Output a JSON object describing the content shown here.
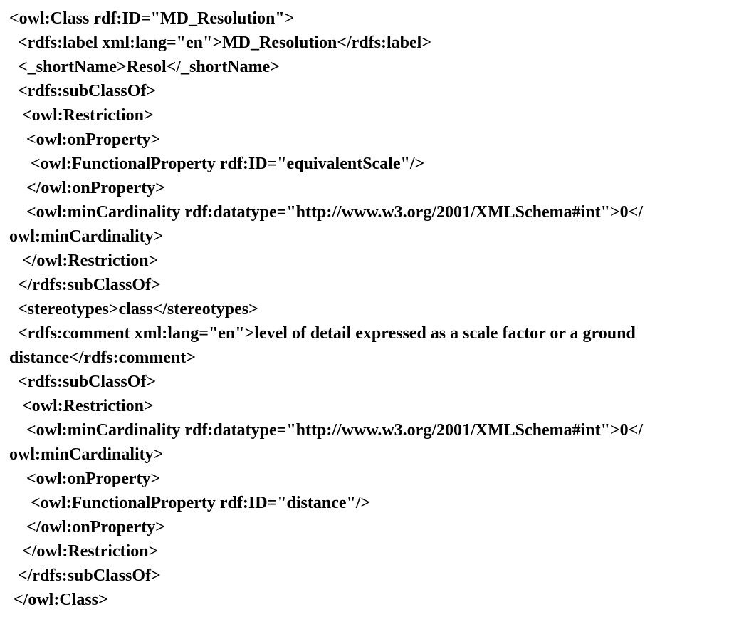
{
  "document": {
    "kind": "xml-owl-code-listing",
    "text_color": "#000000",
    "background_color": "#ffffff",
    "lines": [
      "<owl:Class rdf:ID=\"MD_Resolution\">",
      "  <rdfs:label xml:lang=\"en\">MD_Resolution</rdfs:label>",
      "  <_shortName>Resol</_shortName>",
      "  <rdfs:subClassOf>",
      "   <owl:Restriction>",
      "    <owl:onProperty>",
      "     <owl:FunctionalProperty rdf:ID=\"equivalentScale\"/>",
      "    </owl:onProperty>",
      "    <owl:minCardinality rdf:datatype=\"http://www.w3.org/2001/XMLSchema#int\">0</",
      "owl:minCardinality>",
      "   </owl:Restriction>",
      "  </rdfs:subClassOf>",
      "  <stereotypes>class</stereotypes>",
      "  <rdfs:comment xml:lang=\"en\">level of detail expressed as a scale factor or a ground",
      "distance</rdfs:comment>",
      "  <rdfs:subClassOf>",
      "   <owl:Restriction>",
      "    <owl:minCardinality rdf:datatype=\"http://www.w3.org/2001/XMLSchema#int\">0</",
      "owl:minCardinality>",
      "    <owl:onProperty>",
      "     <owl:FunctionalProperty rdf:ID=\"distance\"/>",
      "    </owl:onProperty>",
      "   </owl:Restriction>",
      "  </rdfs:subClassOf>",
      " </owl:Class>"
    ]
  }
}
